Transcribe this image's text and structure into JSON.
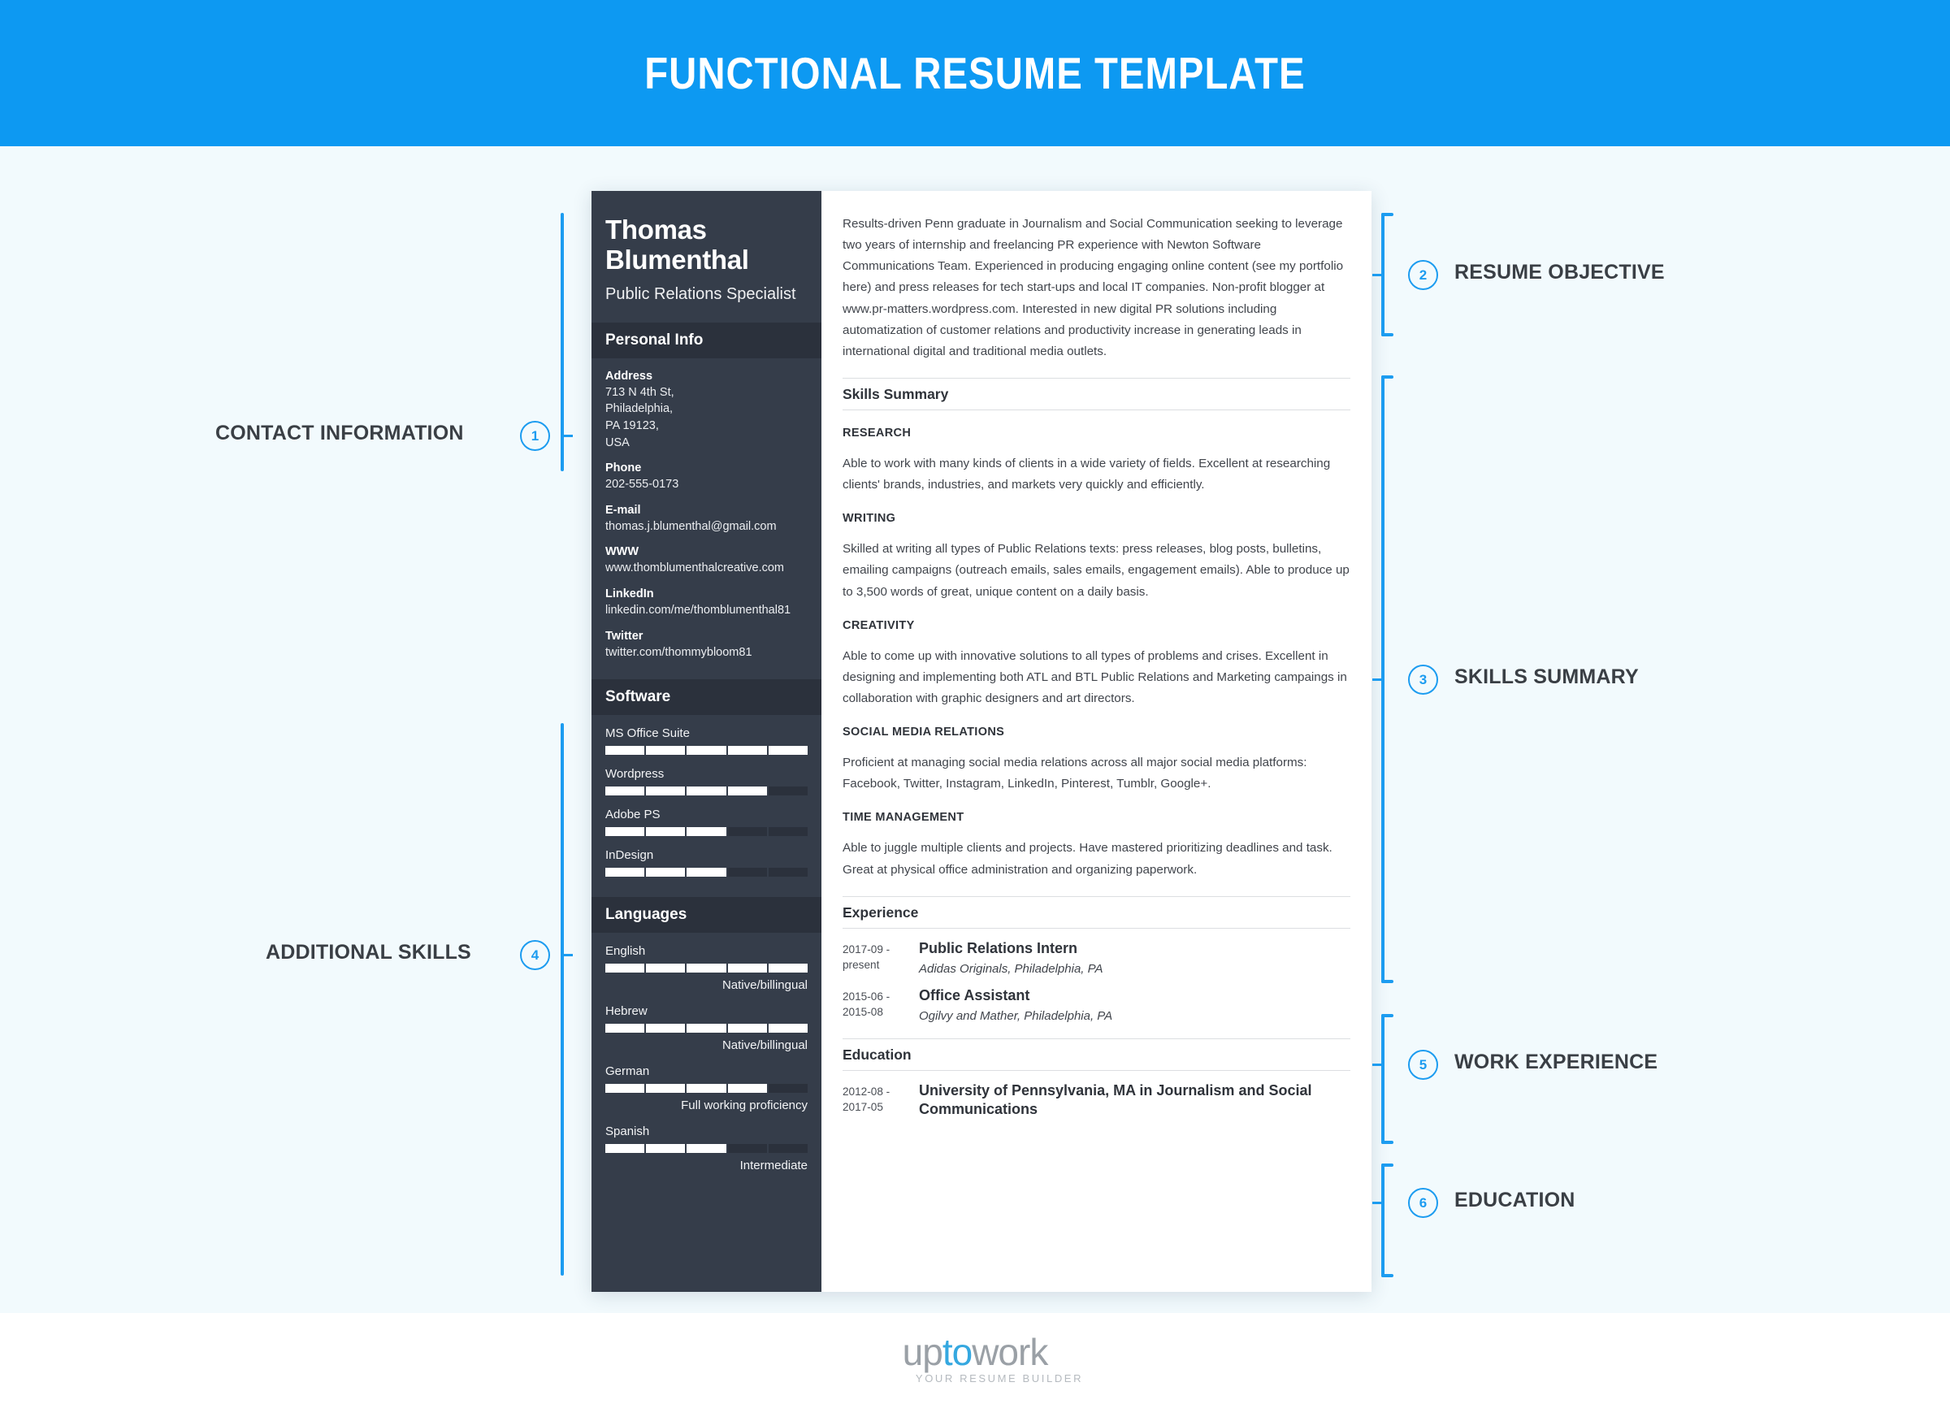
{
  "banner": {
    "title": "FUNCTIONAL RESUME TEMPLATE"
  },
  "resume": {
    "name": "Thomas Blumenthal",
    "job_title": "Public Relations Specialist",
    "personal_info_heading": "Personal Info",
    "contact": [
      {
        "label": "Address",
        "value": "713 N 4th St,\nPhiladelphia,\nPA 19123,\nUSA"
      },
      {
        "label": "Phone",
        "value": "202-555-0173"
      },
      {
        "label": "E-mail",
        "value": "thomas.j.blumenthal@gmail.com"
      },
      {
        "label": "WWW",
        "value": "www.thomblumenthalcreative.com"
      },
      {
        "label": "LinkedIn",
        "value": "linkedin.com/me/thomblumenthal81"
      },
      {
        "label": "Twitter",
        "value": "twitter.com/thommybloom81"
      }
    ],
    "software_heading": "Software",
    "software": [
      {
        "name": "MS Office Suite",
        "level": 5,
        "max": 5
      },
      {
        "name": "Wordpress",
        "level": 4,
        "max": 5
      },
      {
        "name": "Adobe PS",
        "level": 3,
        "max": 5
      },
      {
        "name": "InDesign",
        "level": 3,
        "max": 5
      }
    ],
    "languages_heading": "Languages",
    "languages": [
      {
        "name": "English",
        "level": 5,
        "max": 5,
        "proficiency": "Native/billingual"
      },
      {
        "name": "Hebrew",
        "level": 5,
        "max": 5,
        "proficiency": "Native/billingual"
      },
      {
        "name": "German",
        "level": 4,
        "max": 5,
        "proficiency": "Full working proficiency"
      },
      {
        "name": "Spanish",
        "level": 3,
        "max": 5,
        "proficiency": "Intermediate"
      }
    ],
    "objective": "Results-driven Penn graduate in Journalism and Social Communication seeking to leverage two years of internship and freelancing PR experience with Newton Software Communications Team. Experienced in producing engaging online content (see my portfolio here) and press releases for tech start-ups and local IT companies. Non-profit blogger at www.pr-matters.wordpress.com. Interested in new digital PR solutions including automatization of customer relations and productivity increase in generating leads in international digital and traditional media outlets.",
    "skills_summary_heading": "Skills Summary",
    "skills": [
      {
        "heading": "RESEARCH",
        "text": "Able to work with many kinds of clients in a wide variety of fields. Excellent at researching clients' brands, industries, and markets very quickly and efficiently."
      },
      {
        "heading": "WRITING",
        "text": "Skilled at writing all types of Public Relations texts: press releases, blog posts, bulletins, emailing campaigns (outreach emails, sales emails, engagement emails). Able to produce up to 3,500 words of great, unique content on a daily basis."
      },
      {
        "heading": "CREATIVITY",
        "text": "Able to come up with innovative solutions to all types of problems and crises. Excellent in designing and implementing both ATL and BTL Public Relations and Marketing campaings in collaboration with graphic designers and art directors."
      },
      {
        "heading": "SOCIAL MEDIA RELATIONS",
        "text": "Proficient at managing social media relations across all major social media platforms: Facebook, Twitter, Instagram, LinkedIn, Pinterest, Tumblr, Google+."
      },
      {
        "heading": "TIME MANAGEMENT",
        "text": "Able to juggle multiple clients and projects. Have mastered prioritizing deadlines and task. Great at physical office administration and organizing paperwork."
      }
    ],
    "experience_heading": "Experience",
    "experience": [
      {
        "date": "2017-09 - present",
        "title": "Public Relations Intern",
        "sub": "Adidas Originals, Philadelphia, PA"
      },
      {
        "date": "2015-06 - 2015-08",
        "title": "Office Assistant",
        "sub": "Ogilvy and Mather, Philadelphia, PA"
      }
    ],
    "education_heading": "Education",
    "education": [
      {
        "date": "2012-08 - 2017-05",
        "title": "University of Pennsylvania, MA in Journalism and Social Communications"
      }
    ]
  },
  "annotations": [
    {
      "number": "1",
      "label": "CONTACT INFORMATION",
      "side": "left"
    },
    {
      "number": "2",
      "label": "RESUME OBJECTIVE",
      "side": "right"
    },
    {
      "number": "3",
      "label": "SKILLS SUMMARY",
      "side": "right"
    },
    {
      "number": "4",
      "label": "ADDITIONAL SKILLS",
      "side": "left"
    },
    {
      "number": "5",
      "label": "WORK EXPERIENCE",
      "side": "right"
    },
    {
      "number": "6",
      "label": "EDUCATION",
      "side": "right"
    }
  ],
  "footer": {
    "logo_pre": "up",
    "logo_accent": "to",
    "logo_post": "work",
    "tagline": "YOUR RESUME BUILDER"
  },
  "colors": {
    "accent": "#1c9cf0",
    "banner": "#0d99f2",
    "sidebar": "#353d4a",
    "background": "#f2fafd"
  }
}
